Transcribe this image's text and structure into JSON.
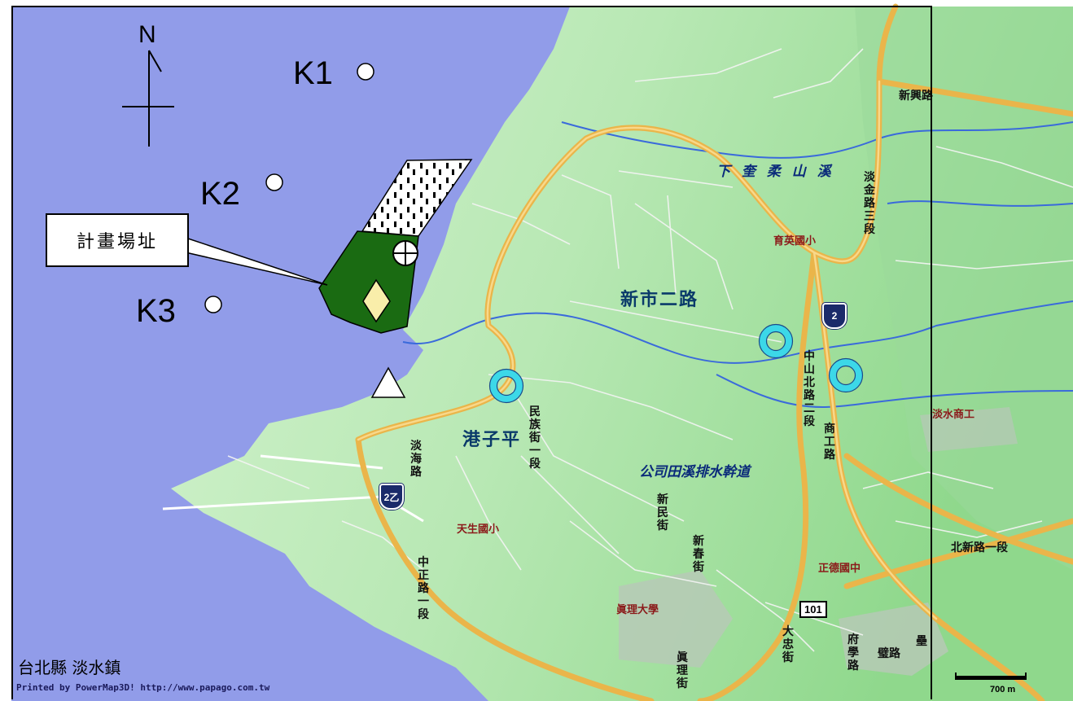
{
  "stations": [
    "K1",
    "K2",
    "K3"
  ],
  "north_label": "N",
  "site_label": "計畫場址",
  "places": {
    "gangziping": "港子平",
    "xinshi_2nd_rd": "新市二路"
  },
  "rivers": {
    "xiakuirou": "下 奎 柔 山 溪",
    "gongsitian": "公司田溪排水幹道"
  },
  "schools": {
    "yuying": "育英國小",
    "tiansheng": "天生國小",
    "zhengde": "正德國中",
    "aletheia": "眞理大學",
    "tamsui_commercial": "淡水商工"
  },
  "roads": {
    "xinxing": "新興路",
    "danjin_3": "淡金路三段",
    "zhongshan_n_2": "中山北路二段",
    "shanggong": "商工路",
    "minzu_1": "民族街一段",
    "danhai": "淡海路",
    "xinmin": "新民街",
    "xinchun": "新春街",
    "zhongzheng_1": "中正路一段",
    "beixin_1": "北新路一段",
    "zhenli": "眞理街",
    "dazhong": "大忠街",
    "fuxue": "府學路",
    "bilu": "璧路",
    "bilu2": "壘"
  },
  "shields": {
    "prov2": "2",
    "prov2z": "2乙",
    "route101": "101"
  },
  "footer": {
    "title": "台北縣 淡水鎮",
    "printed": "Printed by PowerMap3D! http://www.papago.com.tw"
  },
  "scale_bar": "700 m",
  "colors": {
    "sea": "#919ce9",
    "land": "#c6efc0",
    "site": "#1a6b12",
    "road": "#eab54a",
    "marker": "#3cd8e8"
  }
}
